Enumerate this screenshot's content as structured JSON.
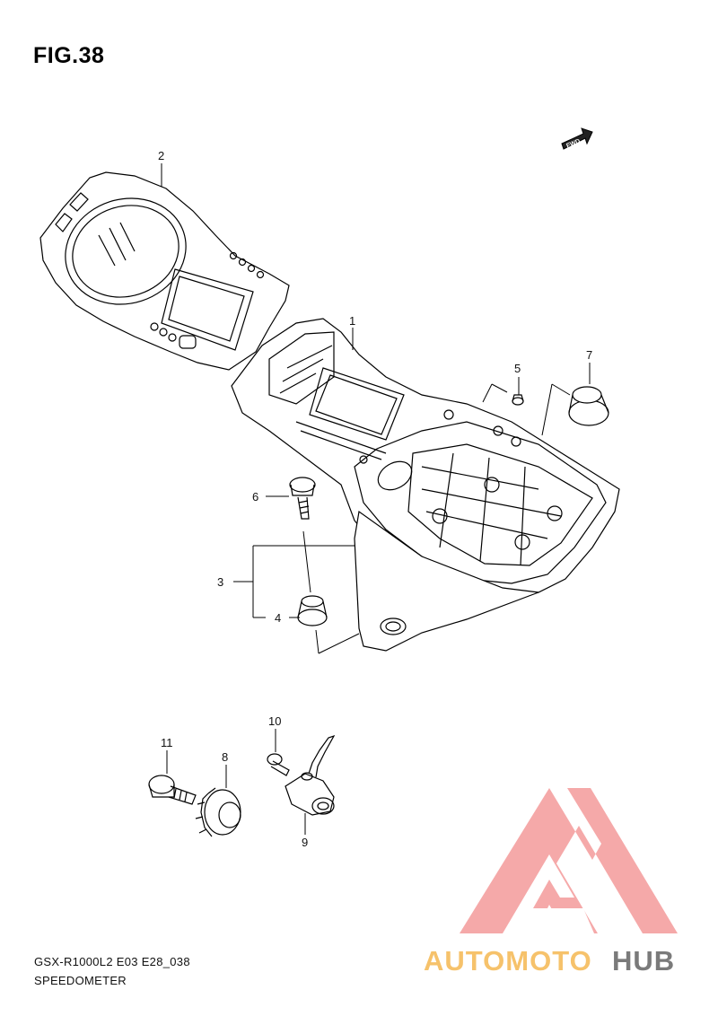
{
  "figure": {
    "title": "FIG.38",
    "direction_label": "FWD"
  },
  "callouts": [
    {
      "id": "c1",
      "label": "1"
    },
    {
      "id": "c2",
      "label": "2"
    },
    {
      "id": "c3",
      "label": "3"
    },
    {
      "id": "c4",
      "label": "4"
    },
    {
      "id": "c5",
      "label": "5"
    },
    {
      "id": "c6",
      "label": "6"
    },
    {
      "id": "c7",
      "label": "7"
    },
    {
      "id": "c8",
      "label": "8"
    },
    {
      "id": "c9",
      "label": "9"
    },
    {
      "id": "c10",
      "label": "10"
    },
    {
      "id": "c11",
      "label": "11"
    }
  ],
  "footer": {
    "model_code": "GSX-R1000L2 E03 E28_038",
    "section_name": "SPEEDOMETER"
  },
  "watermark": {
    "text_a": "AUTOMOTO",
    "text_b": "HUB",
    "colors": {
      "logo": "#f4a0a0",
      "text_a": "#f6c26b",
      "text_b": "#7a7a7a"
    }
  }
}
